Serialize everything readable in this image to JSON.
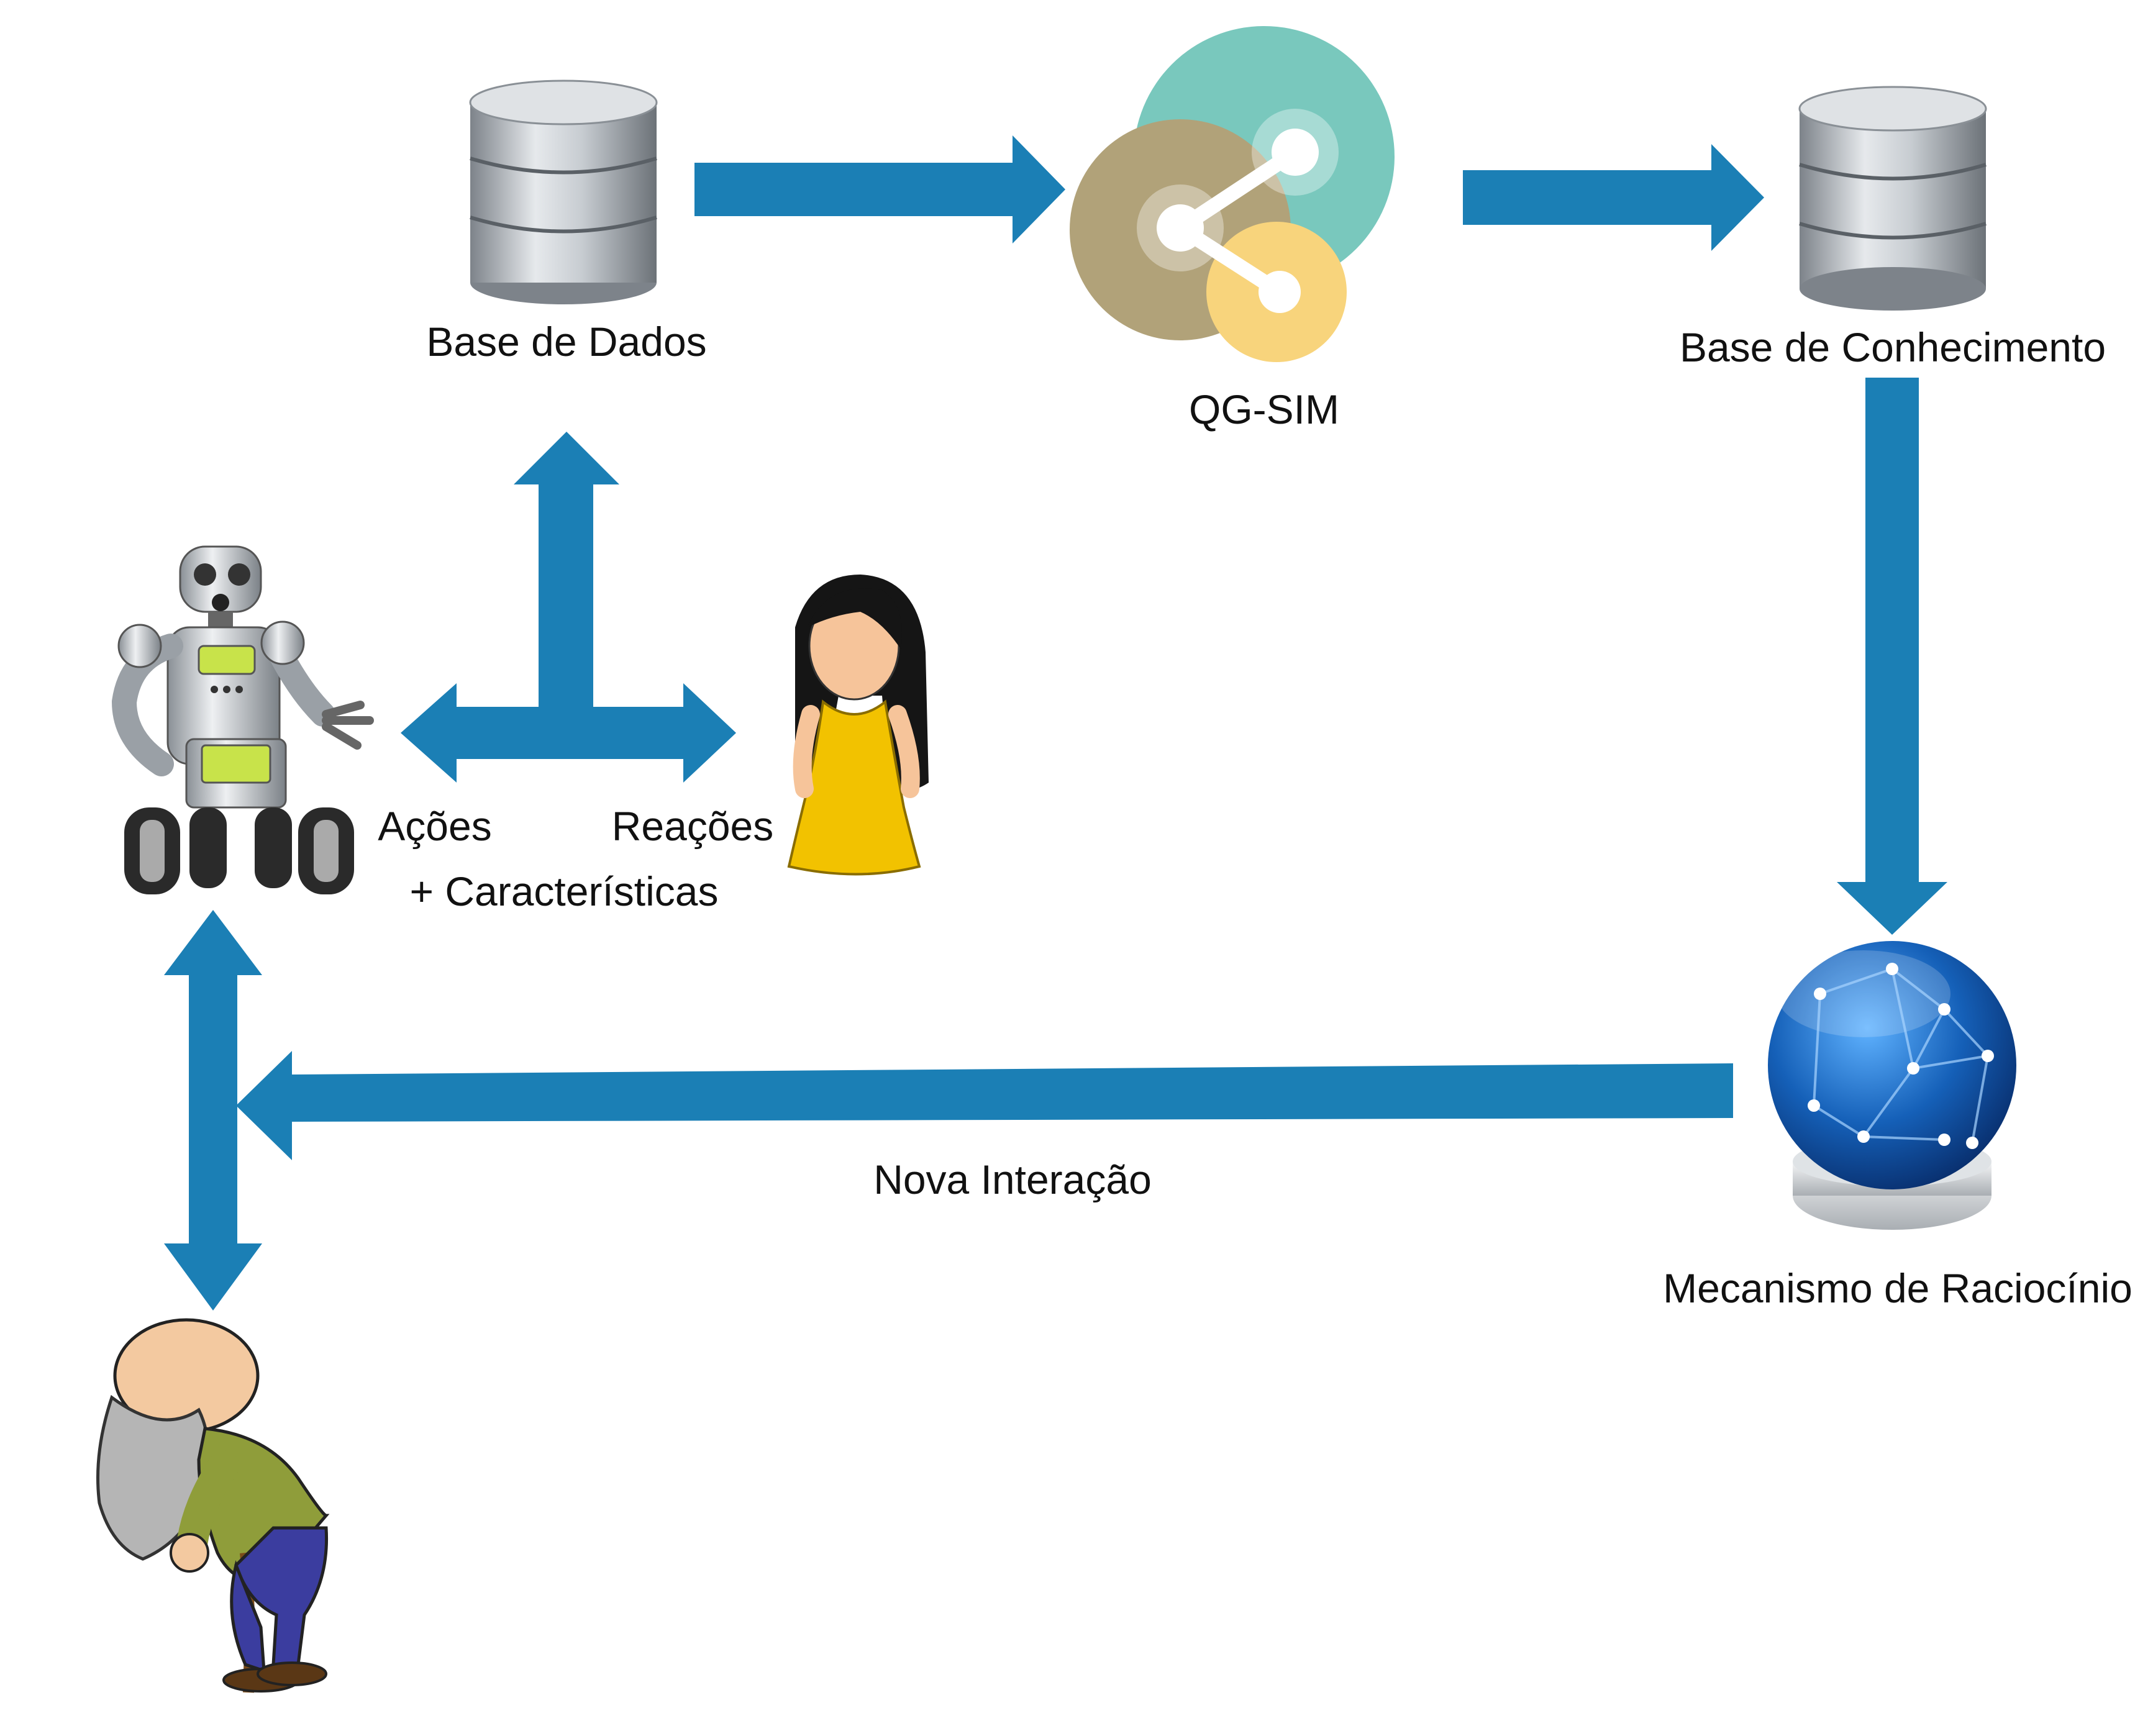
{
  "labels": {
    "base_dados": "Base de Dados",
    "qg_sim": "QG-SIM",
    "base_conhecimento": "Base de Conhecimento",
    "acoes": "Ações",
    "reacoes": "Reações",
    "caracteristicas": "+ Características",
    "nova_interacao": "Nova Interação",
    "mecanismo": "Mecanismo de Raciocínio"
  },
  "icons": {
    "base_dados": "database-icon",
    "qg_sim": "share-icon",
    "base_conhecimento": "database-icon",
    "mecanismo": "globe-icon",
    "robot": "robot-icon",
    "woman": "woman-avatar-icon",
    "elder": "elderly-man-icon"
  },
  "colors": {
    "arrow": "#1B7FB5",
    "qg_teal": "#79C8BD",
    "qg_olive": "#B1A279",
    "qg_yellow": "#F8D47C",
    "globe": "#1560B8",
    "dress": "#F2C200"
  }
}
